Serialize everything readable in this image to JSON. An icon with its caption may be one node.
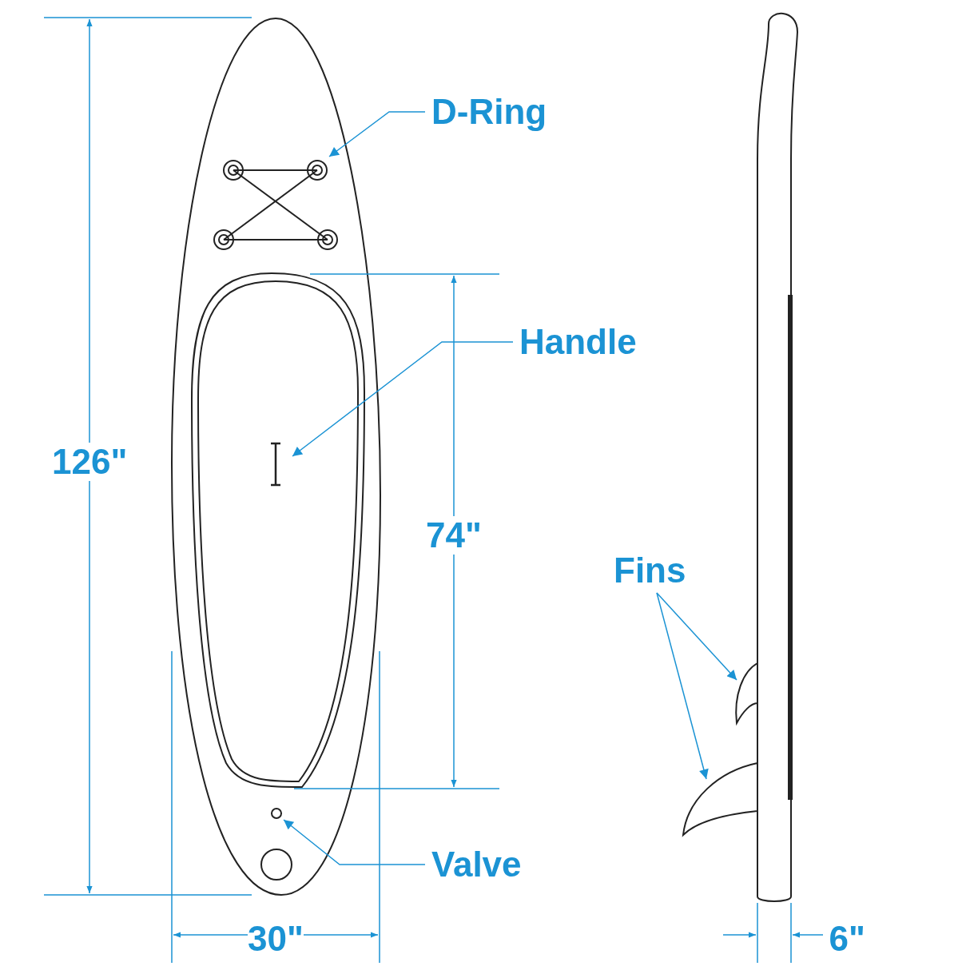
{
  "diagram": {
    "nodes": [
      {
        "text": [
          "D-Ring"
        ]
      },
      {
        "text": [],
        "shape": "circle"
      },
      {
        "text": [
          "Handle"
        ]
      },
      {
        "text": [],
        "shape": "bar"
      },
      {
        "text": [
          "Valve"
        ]
      },
      {
        "text": [],
        "shape": "circle"
      },
      {
        "text": [
          "Fins"
        ]
      },
      {
        "text": [],
        "shape": "picture"
      },
      {
        "text": [],
        "shape": "picture"
      }
    ],
    "edges": [
      {
        "from": 0,
        "to": 1,
        "arrow": "to"
      },
      {
        "from": 2,
        "to": 3,
        "arrow": "to"
      },
      {
        "from": 4,
        "to": 5,
        "arrow": "to"
      },
      {
        "from": 6,
        "to": 7,
        "arrow": "to"
      },
      {
        "from": 6,
        "to": 8,
        "arrow": "to"
      }
    ],
    "labels": [
      "126\"",
      "74\"",
      "30\"",
      "6\""
    ]
  }
}
